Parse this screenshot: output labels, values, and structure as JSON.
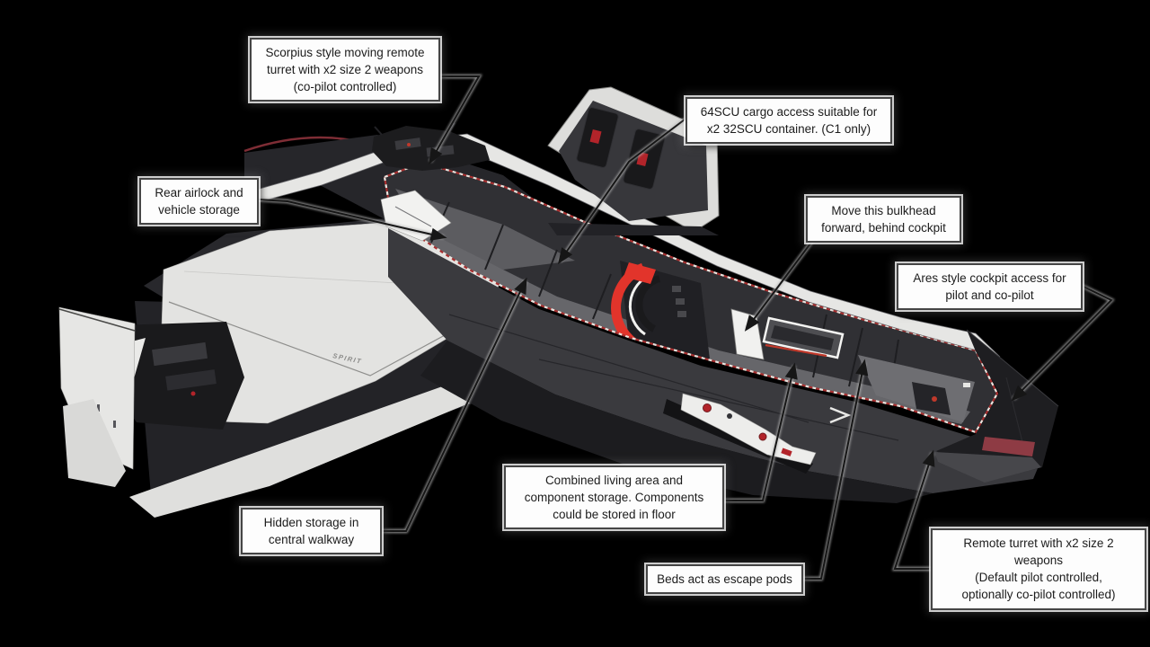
{
  "scene": {
    "description": "Cutaway concept illustration of the Spirit C1 spaceship on a black background, annotated with white callout boxes and arrows",
    "background_color": "#000000",
    "hull_white": "#e4e4e2",
    "interior_gray": "#303034",
    "engine_accent_red": "#e2342b",
    "nose_stripe_red": "#8e3b44",
    "cut_line_colors": [
      "#a83030",
      "#ece4de"
    ],
    "ship": {
      "hull_label": "SPIRIT"
    }
  },
  "annotations": [
    {
      "id": "scorpius-turret",
      "text": "Scorpius style moving remote\nturret with x2 size 2 weapons\n(co-pilot controlled)"
    },
    {
      "id": "rear-airlock",
      "text": "Rear airlock and\nvehicle storage"
    },
    {
      "id": "cargo-access",
      "text": "64SCU cargo access suitable for\nx2 32SCU container. (C1 only)"
    },
    {
      "id": "bulkhead",
      "text": "Move this bulkhead\nforward, behind cockpit"
    },
    {
      "id": "cockpit-access",
      "text": "Ares style cockpit access for\npilot and co-pilot"
    },
    {
      "id": "hidden-storage",
      "text": "Hidden storage in\ncentral walkway"
    },
    {
      "id": "living-area",
      "text": "Combined living area and\ncomponent storage. Components\ncould be stored in floor"
    },
    {
      "id": "escape-pods",
      "text": "Beds act as escape pods"
    },
    {
      "id": "remote-turret",
      "text": "Remote turret with x2 size 2\nweapons\n(Default pilot controlled,\noptionally co-pilot controlled)"
    }
  ]
}
